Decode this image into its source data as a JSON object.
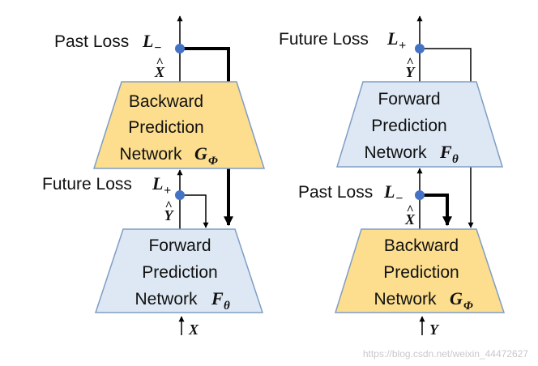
{
  "left": {
    "top_loss_label": "Past Loss",
    "top_loss_symbol": "L",
    "top_loss_sub": "−",
    "top_var": "X",
    "top_box": {
      "line1": "Backward",
      "line2": "Prediction",
      "line3": "Network",
      "symbol": "G",
      "sub": "Φ"
    },
    "mid_loss_label": "Future Loss",
    "mid_loss_symbol": "L",
    "mid_loss_sub": "+",
    "mid_var": "Y",
    "bottom_box": {
      "line1": "Forward",
      "line2": "Prediction",
      "line3": "Network",
      "symbol": "F",
      "sub": "θ"
    },
    "input_var": "X"
  },
  "right": {
    "top_loss_label": "Future Loss",
    "top_loss_symbol": "L",
    "top_loss_sub": "+",
    "top_var": "Y",
    "top_box": {
      "line1": "Forward",
      "line2": "Prediction",
      "line3": "Network",
      "symbol": "F",
      "sub": "θ"
    },
    "mid_loss_label": "Past Loss",
    "mid_loss_symbol": "L",
    "mid_loss_sub": "−",
    "mid_var": "X",
    "bottom_box": {
      "line1": "Backward",
      "line2": "Prediction",
      "line3": "Network",
      "symbol": "G",
      "sub": "Φ"
    },
    "input_var": "Y"
  },
  "watermark": "https://blog.csdn.net/weixin_44472627",
  "colors": {
    "yellow_box": "#FDDE8E",
    "blue_box": "#DDE8F4",
    "box_border": "#7F9DC3",
    "dot": "#4472C4"
  }
}
